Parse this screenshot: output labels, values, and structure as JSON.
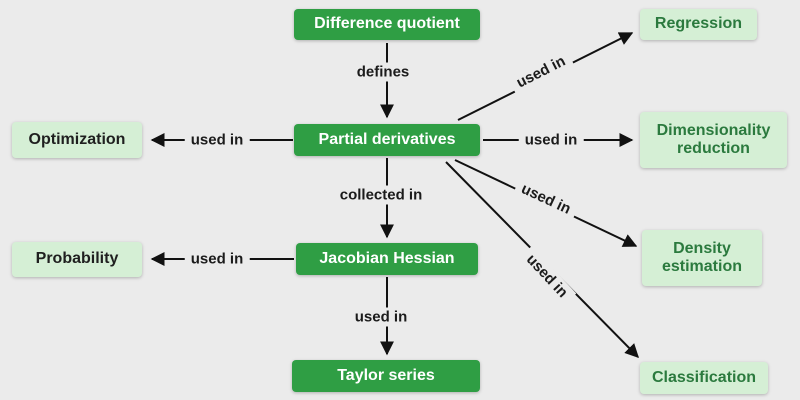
{
  "diagram": {
    "type": "concept-map",
    "topic": "Partial derivatives",
    "nodes": {
      "difference_quotient": {
        "label": "Difference quotient",
        "style": "primary"
      },
      "partial_derivatives": {
        "label": "Partial derivatives",
        "style": "primary"
      },
      "jacobian_hessian": {
        "label": "Jacobian Hessian",
        "style": "primary"
      },
      "taylor_series": {
        "label": "Taylor series",
        "style": "primary"
      },
      "optimization": {
        "label": "Optimization",
        "style": "light"
      },
      "probability": {
        "label": "Probability",
        "style": "light"
      },
      "regression": {
        "label": "Regression",
        "style": "light"
      },
      "dimensionality_reduction": {
        "label": "Dimensionality reduction",
        "style": "light"
      },
      "density_estimation": {
        "label": "Density estimation",
        "style": "light"
      },
      "classification": {
        "label": "Classification",
        "style": "light"
      }
    },
    "edges": [
      {
        "from": "difference_quotient",
        "to": "partial_derivatives",
        "label": "defines"
      },
      {
        "from": "partial_derivatives",
        "to": "optimization",
        "label": "used in"
      },
      {
        "from": "partial_derivatives",
        "to": "regression",
        "label": "used in"
      },
      {
        "from": "partial_derivatives",
        "to": "dimensionality_reduction",
        "label": "used in"
      },
      {
        "from": "partial_derivatives",
        "to": "density_estimation",
        "label": "used in"
      },
      {
        "from": "partial_derivatives",
        "to": "classification",
        "label": "used in"
      },
      {
        "from": "partial_derivatives",
        "to": "jacobian_hessian",
        "label": "collected in"
      },
      {
        "from": "jacobian_hessian",
        "to": "probability",
        "label": "used in"
      },
      {
        "from": "jacobian_hessian",
        "to": "taylor_series",
        "label": "used in"
      }
    ]
  },
  "colors": {
    "bg": "#ebebeb",
    "node_primary": "#2f9e44",
    "node_primary_text": "#ffffff",
    "node_light": "#d5efd5",
    "node_light_text_left": "#1f1f1f",
    "node_light_text_right": "#2b7a3e",
    "edge": "#111111",
    "edge_label_text": "#1b1b1b"
  }
}
